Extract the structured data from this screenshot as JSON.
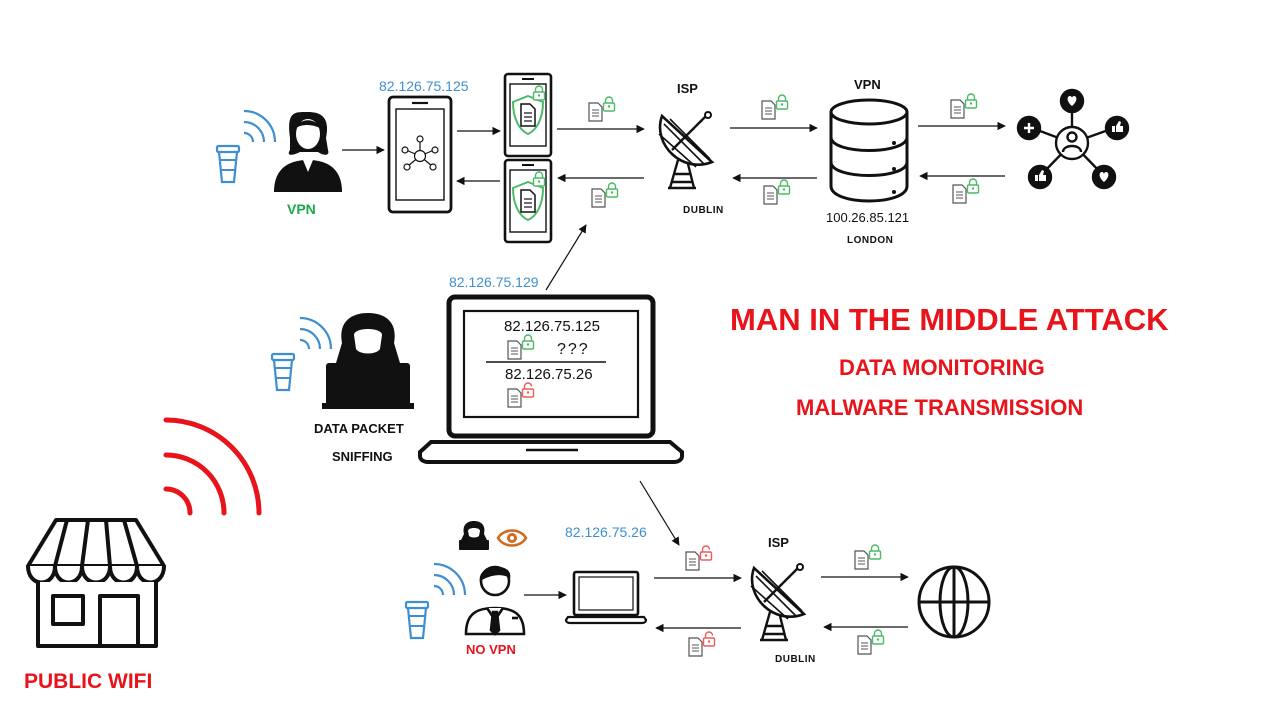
{
  "colors": {
    "accent_red": "#e8141b",
    "accent_green": "#1aa84a",
    "accent_blue": "#3f8fd0",
    "lock_green": "#4cba67",
    "lock_red": "#ee5b5b",
    "eye_orange": "#d2691e",
    "ink": "#111111"
  },
  "titles": {
    "main": "MAN IN THE MIDDLE ATTACK",
    "sub1": "DATA MONITORING",
    "sub2": "MALWARE TRANSMISSION"
  },
  "vpn_path": {
    "user_label": "VPN",
    "phone_ip": "82.126.75.125",
    "isp_label": "ISP",
    "isp_city": "DUBLIN",
    "server_label": "VPN",
    "server_ip": "100.26.85.121",
    "server_city": "LONDON"
  },
  "attacker": {
    "ip": "82.126.75.129",
    "label_line1": "DATA PACKET",
    "label_line2": "SNIFFING",
    "screen_ip1": "82.126.75.125",
    "screen_unknown": "???",
    "screen_ip2": "82.126.75.26"
  },
  "novpn_path": {
    "ip": "82.126.75.26",
    "user_label": "NO VPN",
    "isp_label": "ISP",
    "isp_city": "DUBLIN"
  },
  "public_wifi": {
    "label": "PUBLIC WIFI"
  },
  "icons": [
    "coffee-cup-icon",
    "wifi-signal-icon",
    "woman-user-icon",
    "tablet-icon",
    "shield-document-icon",
    "satellite-dish-icon",
    "database-server-icon",
    "social-network-icon",
    "hacker-icon",
    "laptop-icon",
    "document-icon",
    "lock-icon",
    "unlock-icon",
    "businessman-icon",
    "eye-icon",
    "globe-icon",
    "store-icon"
  ]
}
